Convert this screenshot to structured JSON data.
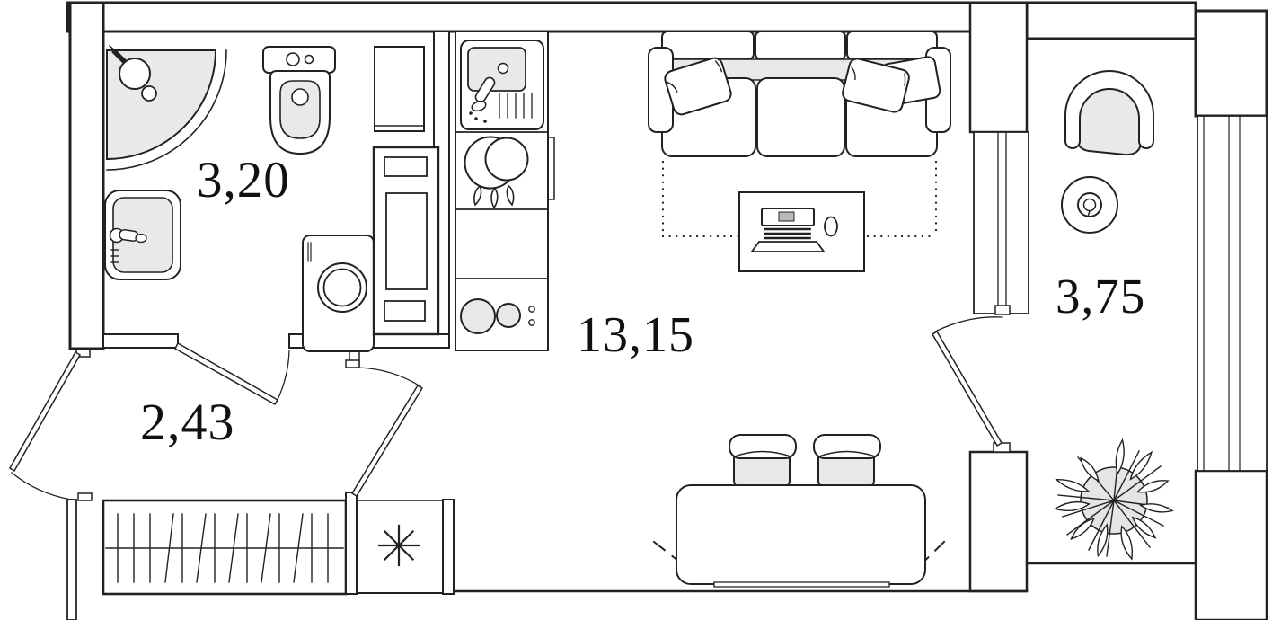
{
  "title": "Studio apartment floor plan",
  "rooms": [
    {
      "name": "bathroom",
      "area": "3,20"
    },
    {
      "name": "entrance-hall",
      "area": "2,43"
    },
    {
      "name": "living-room-kitchen",
      "area": "13,15"
    },
    {
      "name": "balcony",
      "area": "3,75"
    }
  ],
  "fixtures": [
    "corner-shower",
    "washbasin",
    "toilet",
    "washing-machine",
    "wardrobe",
    "duct-shaft",
    "kitchen-sink",
    "dish-drainer",
    "cooktop",
    "sofa-with-pillows",
    "sofa-bed-dotted-outline",
    "desk-with-laptop-and-mouse",
    "dining-table",
    "two-chairs",
    "armchair",
    "round-side-table",
    "potted-plant",
    "staircase",
    "stair-landing-asterisk",
    "entrance-door",
    "bathroom-door",
    "hall-door",
    "balcony-door",
    "balcony-window",
    "right-facade-window",
    "bottom-window"
  ],
  "colors": {
    "line": "#222222",
    "fixture_fill": "#e9e9e9",
    "background": "#ffffff"
  }
}
